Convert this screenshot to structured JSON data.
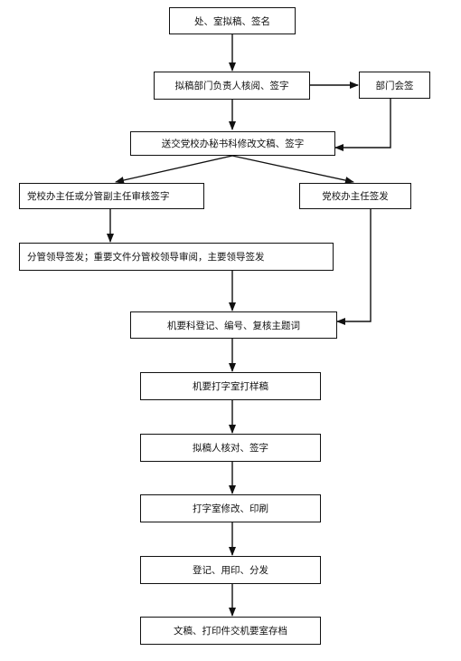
{
  "flowchart": {
    "nodes": {
      "n1": "处、室拟稿、签名",
      "n2": "拟稿部门负责人核阅、签字",
      "n3": "部门会签",
      "n4": "送交党校办秘书科修改文稿、签字",
      "n5": "党校办主任或分管副主任审核签字",
      "n6": "党校办主任签发",
      "n7": "分管领导签发；重要文件分管校领导审阅，主要领导签发",
      "n8": "机要科登记、编号、复核主题词",
      "n9": "机要打字室打样稿",
      "n10": "拟稿人核对、签字",
      "n11": "打字室修改、印刷",
      "n12": "登记、用印、分发",
      "n13": "文稿、打印件交机要室存档"
    }
  }
}
